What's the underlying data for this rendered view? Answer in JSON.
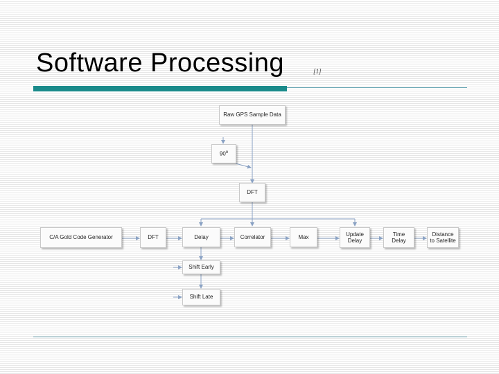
{
  "slide": {
    "title": "Software Processing",
    "reference": "[1]"
  },
  "diagram": {
    "raw_gps": "Raw GPS Sample Data",
    "ninety": "90",
    "ninety_sup": "o",
    "dft": "DFT",
    "ca_gen": "C/A Gold Code Generator",
    "dft2": "DFT",
    "delay": "Delay",
    "correlator": "Correlator",
    "max": "Max",
    "update_delay": "Update Delay",
    "time_delay": "Time Delay",
    "distance": "Distance to Satellite",
    "shift_early": "Shift Early",
    "shift_late": "Shift Late"
  },
  "colors": {
    "accent_bar": "#1a8a8a",
    "rule_line": "#6aa8b6",
    "arrow": "#8aa2c4"
  }
}
